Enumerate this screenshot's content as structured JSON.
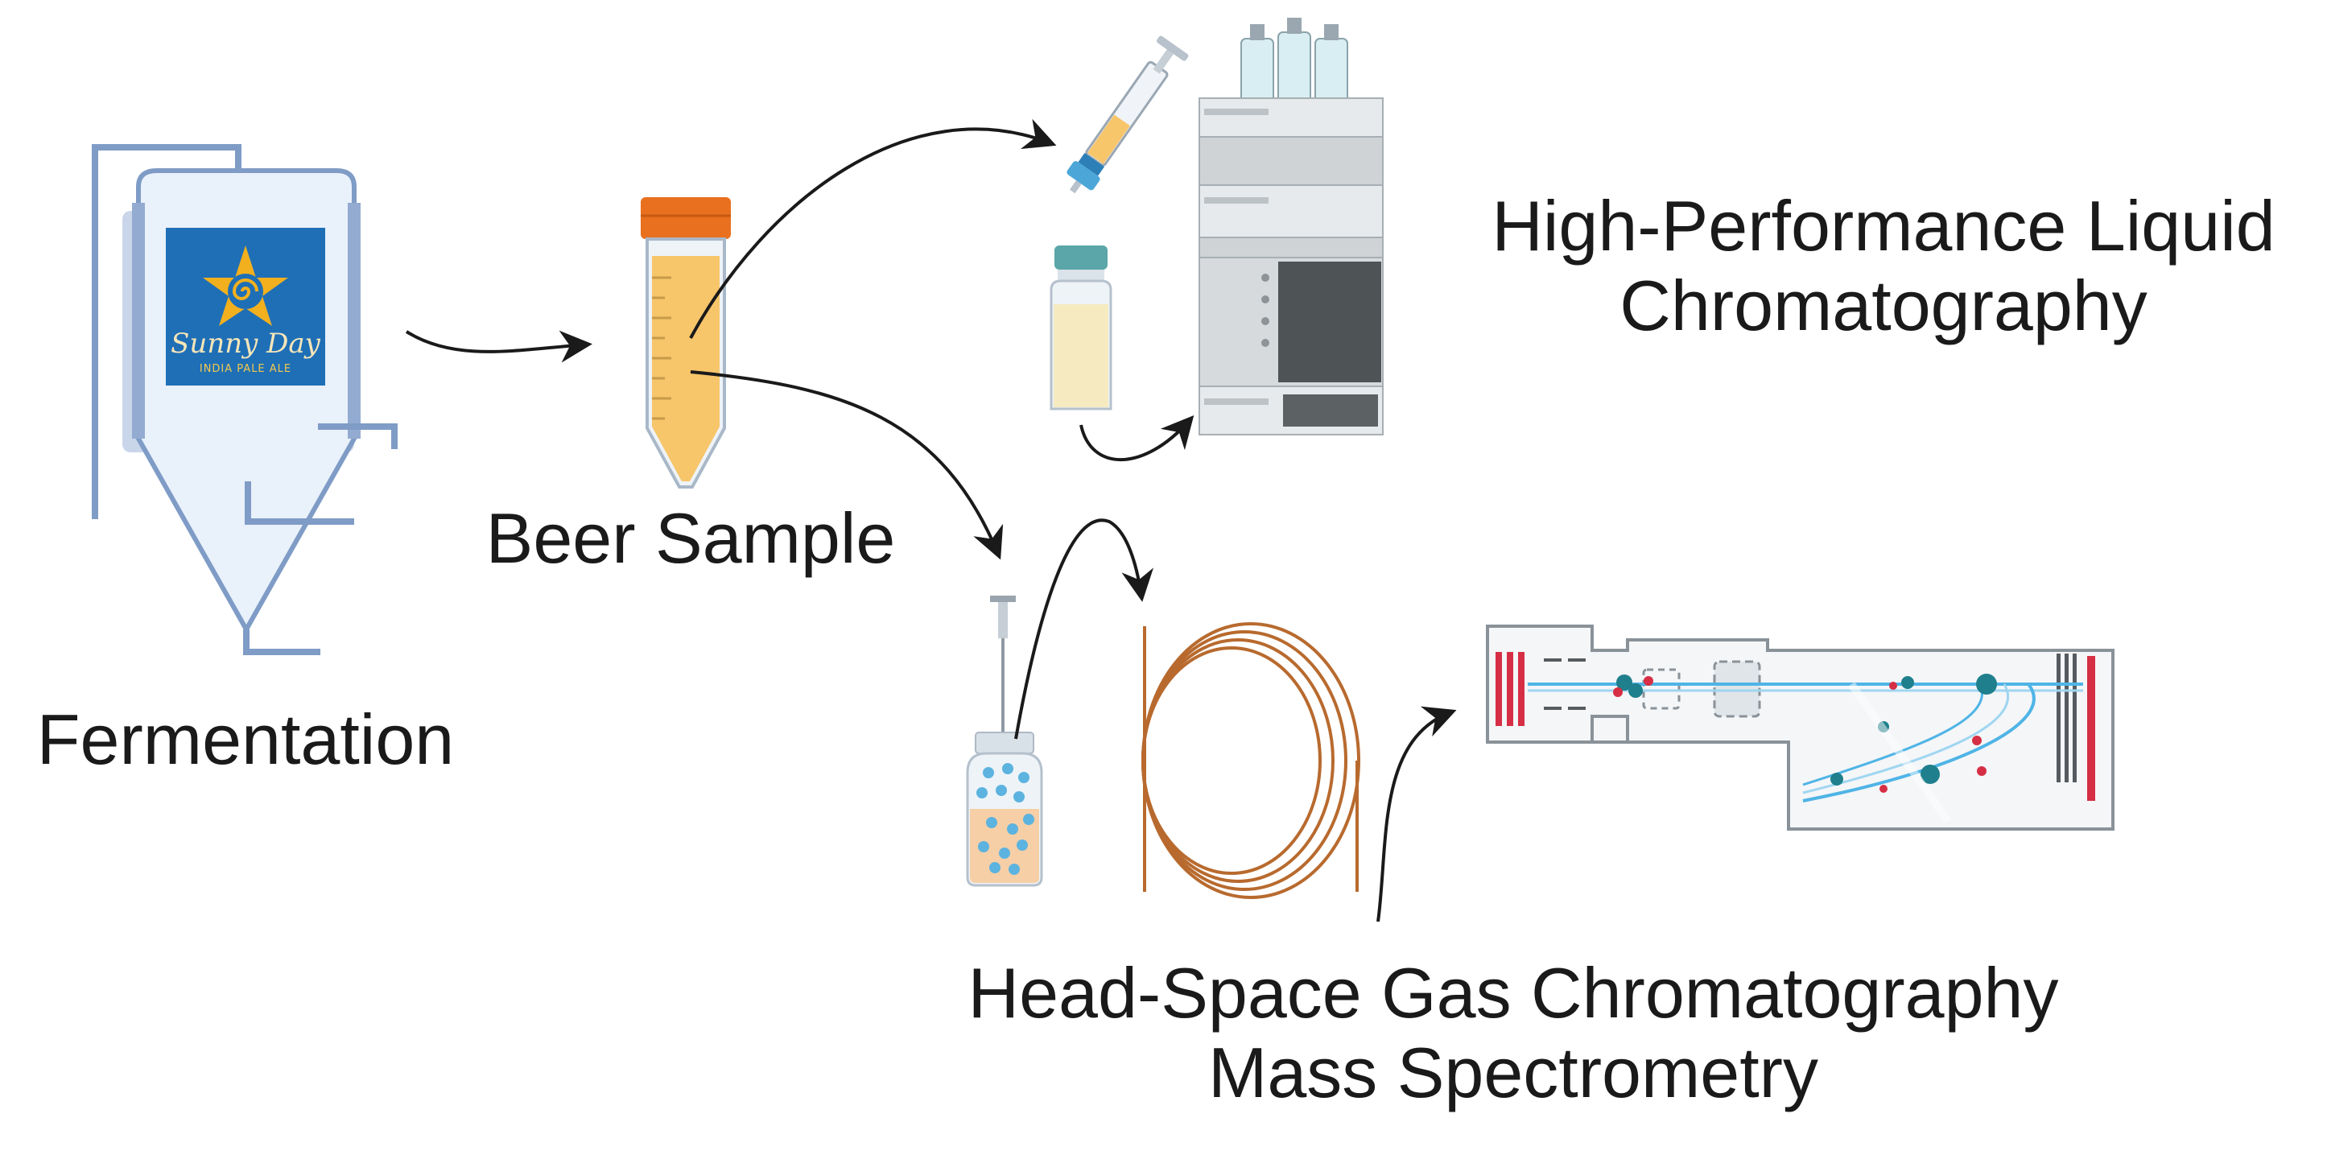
{
  "labels": {
    "fermentation": "Fermentation",
    "beer_sample": "Beer Sample",
    "hplc_line1": "High-Performance Liquid",
    "hplc_line2": "Chromatography",
    "gcms_line1": "Head-Space Gas Chromatography",
    "gcms_line2": "Mass Spectrometry"
  },
  "logo": {
    "brand": "Sunny Day",
    "subtitle": "INDIA PALE ALE"
  },
  "colors": {
    "vessel_outline": "#7f9cc6",
    "vessel_fill": "#e9f1fb",
    "logo_bg": "#1f6fb7",
    "logo_star": "#f2b01e",
    "tube_cap": "#e8701f",
    "beer": "#f7c56a",
    "column": "#b86a2e",
    "instrument_gray": "#cfd3d6",
    "instrument_dark": "#4e5356",
    "ms_blue": "#4fb4e6",
    "ms_red": "#d62f45",
    "ms_teal": "#1f7f8c",
    "arrow": "#1a1a1a",
    "text": "#1a1a1a"
  }
}
